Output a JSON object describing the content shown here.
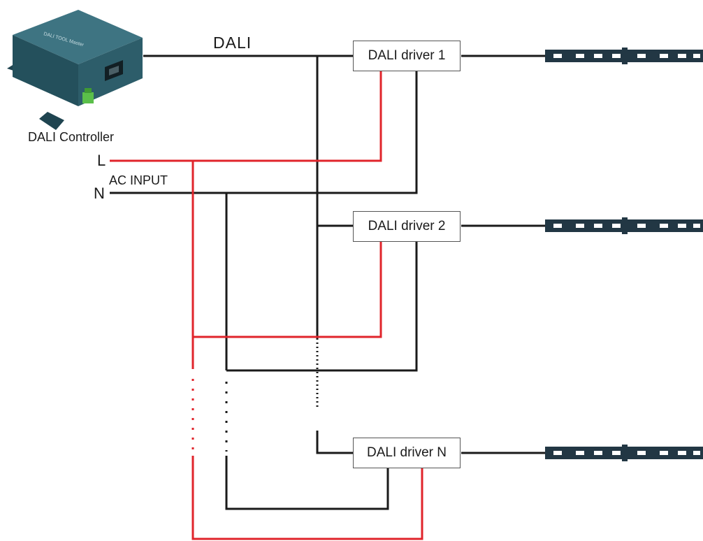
{
  "bus_label": "DALI",
  "controller": {
    "label": "DALI Controller",
    "device_text": "DALI TOOL Master"
  },
  "ac": {
    "line_label": "L",
    "neutral_label": "N",
    "input_label": "AC INPUT"
  },
  "drivers": [
    {
      "label": "DALI driver 1"
    },
    {
      "label": "DALI driver 2"
    },
    {
      "label": "DALI driver N"
    }
  ],
  "colors": {
    "wire": "#1a1a1a",
    "live": "#e0242b",
    "device": "#2d5d6a",
    "terminal": "#5bbf4a",
    "strip": "#223744",
    "led": "#ffffff"
  },
  "icons": [
    "dali-controller-icon",
    "led-strip-icon"
  ]
}
